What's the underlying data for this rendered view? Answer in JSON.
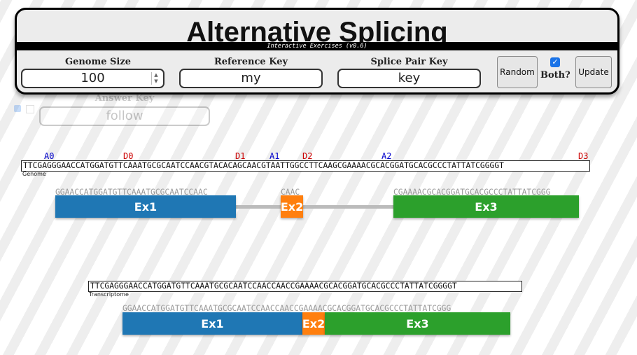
{
  "header": {
    "title": "Alternative Splicing",
    "subtitle": "Interactive Exercises (v0.6)"
  },
  "controls": {
    "genome_size_label": "Genome Size",
    "genome_size_value": "100",
    "reference_key_label": "Reference Key",
    "reference_key_value": "my",
    "splice_pair_key_label": "Splice Pair Key",
    "splice_pair_key_value": "key",
    "random_label": "Random",
    "both_label": "Both?",
    "both_checked": true,
    "update_label": "Update"
  },
  "answer": {
    "label": "Answer Key",
    "value": "follow"
  },
  "genome": {
    "sequence": "TTCGAGGGAACCATGGATGTTCAAATGCGCAATCCAACGTACACAGCAACGTAATTGGCCTTCAAGCGAAAACGCACGGATGCACGCCCTATTATCGGGGT",
    "label": "Genome",
    "sites": [
      {
        "name": "A0",
        "type": "acceptor"
      },
      {
        "name": "D0",
        "type": "donor"
      },
      {
        "name": "D1",
        "type": "donor"
      },
      {
        "name": "A1",
        "type": "acceptor"
      },
      {
        "name": "D2",
        "type": "donor"
      },
      {
        "name": "A2",
        "type": "acceptor"
      },
      {
        "name": "D3",
        "type": "donor"
      }
    ]
  },
  "genome_exons": [
    {
      "name": "Ex1",
      "seq": "GGAACCATGGATGTTCAAATGCGCAATCCAAC"
    },
    {
      "name": "Ex2",
      "seq": "CAAC"
    },
    {
      "name": "Ex3",
      "seq": "CGAAAACGCACGGATGCACGCCCTATTATCGGG"
    }
  ],
  "transcriptome": {
    "sequence": "TTCGAGGGAACCATGGATGTTCAAATGCGCAATCCAACCAACCGAAAACGCACGGATGCACGCCCTATTATCGGGGT",
    "label": "Transcriptome",
    "combined_seq": "GGAACCATGGATGTTCAAATGCGCAATCCAACCAACCGAAAACGCACGGATGCACGCCCTATTATCGGG"
  },
  "transcript_exons": [
    {
      "name": "Ex1"
    },
    {
      "name": "Ex2"
    },
    {
      "name": "Ex3"
    }
  ],
  "colors": {
    "ex1": "#1f77b4",
    "ex2": "#ff7f0e",
    "ex3": "#2ca02c",
    "acceptor": "#0000cc",
    "donor": "#cc0000",
    "intron": "#bbbbbb",
    "checkbox": "#1a73e8"
  },
  "icons": {
    "checkbox": "checkmark-icon",
    "spinner": "spinner-arrows-icon"
  }
}
